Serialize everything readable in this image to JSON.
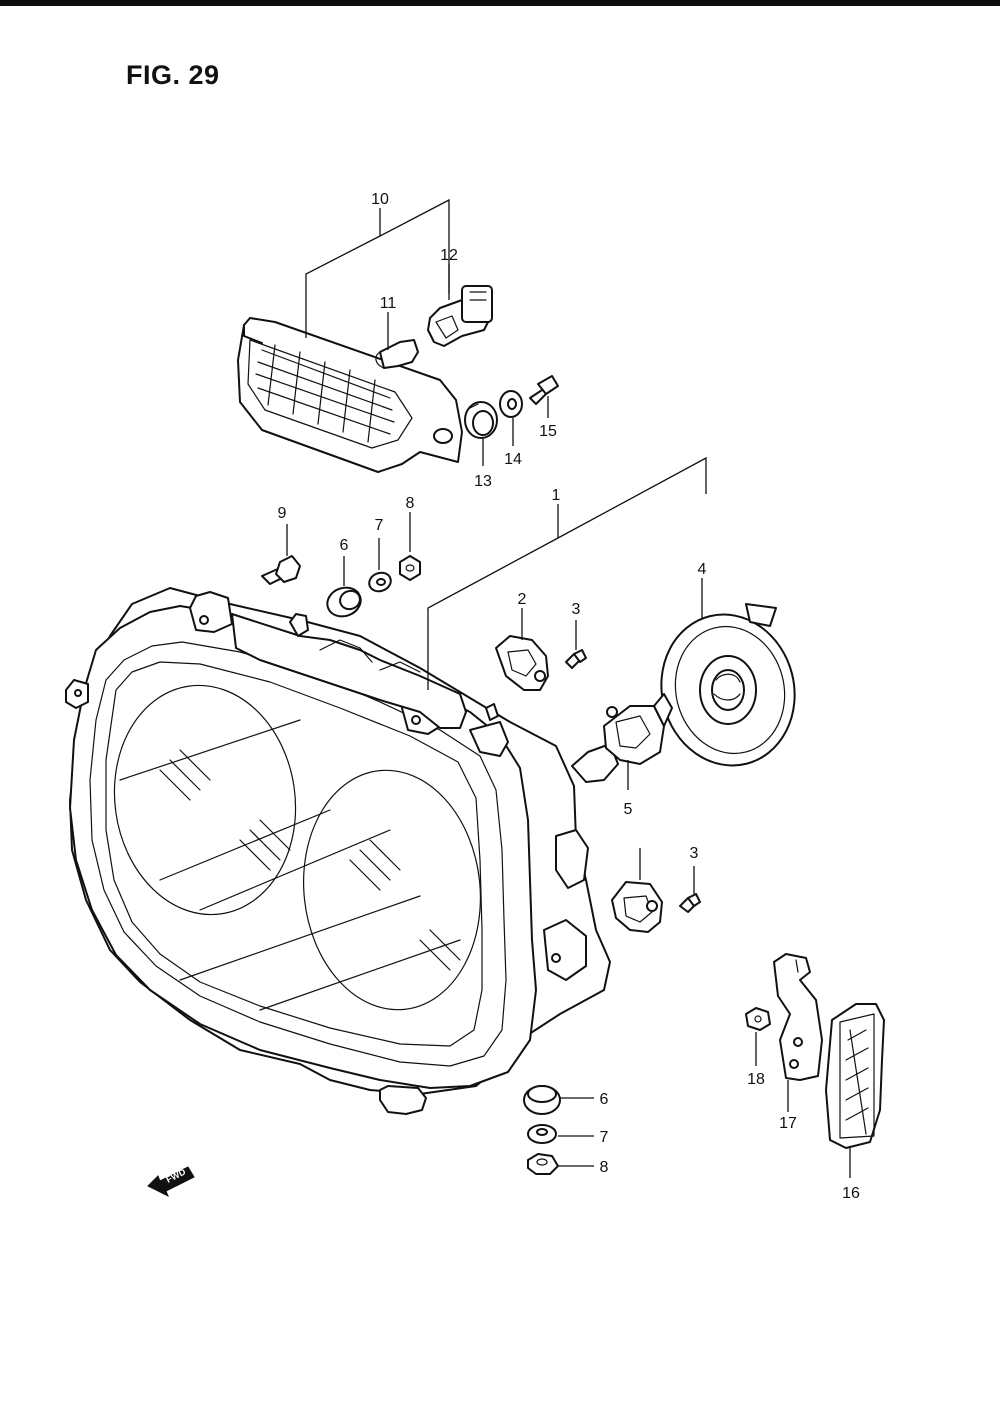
{
  "figure": {
    "title": "FIG. 29"
  },
  "fwd_arrow": {
    "label": "FWD",
    "icon": "forward-arrow-icon"
  },
  "callouts": [
    {
      "id": "c10",
      "label": "10",
      "part": "front-turn-signal-lamp"
    },
    {
      "id": "c12",
      "label": "12",
      "part": "turn-signal-socket"
    },
    {
      "id": "c11",
      "label": "11",
      "part": "turn-signal-bulb"
    },
    {
      "id": "c15",
      "label": "15",
      "part": "turn-signal-screw"
    },
    {
      "id": "c14",
      "label": "14",
      "part": "washer"
    },
    {
      "id": "c13",
      "label": "13",
      "part": "cushion"
    },
    {
      "id": "c1",
      "label": "1",
      "part": "headlamp-assembly"
    },
    {
      "id": "c9",
      "label": "9",
      "part": "adjusting-screw"
    },
    {
      "id": "c8a",
      "label": "8",
      "part": "nut"
    },
    {
      "id": "c7a",
      "label": "7",
      "part": "washer"
    },
    {
      "id": "c6a",
      "label": "6",
      "part": "cushion"
    },
    {
      "id": "c4",
      "label": "4",
      "part": "bulb-cover"
    },
    {
      "id": "c2",
      "label": "2",
      "part": "bulb-socket-clamp"
    },
    {
      "id": "c3a",
      "label": "3",
      "part": "screw"
    },
    {
      "id": "c5",
      "label": "5",
      "part": "headlamp-bulb"
    },
    {
      "id": "c3b",
      "label": "3",
      "part": "screw"
    },
    {
      "id": "c6b",
      "label": "6",
      "part": "cushion"
    },
    {
      "id": "c7b",
      "label": "7",
      "part": "washer"
    },
    {
      "id": "c8b",
      "label": "8",
      "part": "nut"
    },
    {
      "id": "c18",
      "label": "18",
      "part": "nut"
    },
    {
      "id": "c17",
      "label": "17",
      "part": "reflector-bracket"
    },
    {
      "id": "c16",
      "label": "16",
      "part": "reflector"
    }
  ]
}
